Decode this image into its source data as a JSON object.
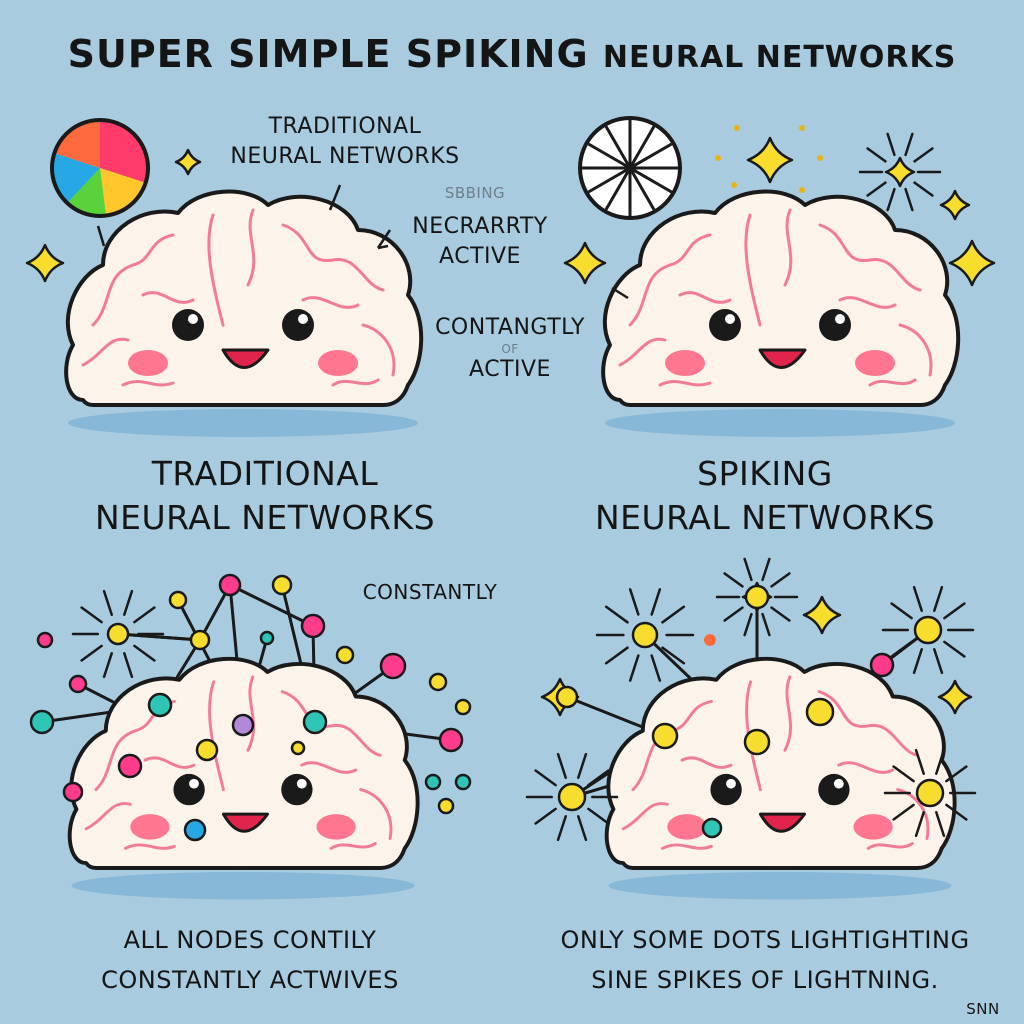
{
  "title": {
    "main": "SUPER SIMPLE SPIKING",
    "sub": "NEURAL NETWORKS"
  },
  "annotations": {
    "top_left": [
      "TRADITIONAL",
      "NEURAL NETWORKS"
    ],
    "faded": "SBBING",
    "mid_active": [
      "NECRARRTY",
      "ACTIVE"
    ],
    "center_active": [
      "CONTANGTLY",
      "OF",
      "ACTIVE"
    ],
    "constantly": "CONSTANTLY"
  },
  "panel_titles": {
    "left": [
      "TRADITIONAL",
      "NEURAL NETWORKS"
    ],
    "right": [
      "SPIKING",
      "NEURAL NETWORKS"
    ]
  },
  "captions": {
    "left": [
      "ALL NODES CONTILY",
      "CONSTANTLY ACTWIVES"
    ],
    "right": [
      "ONLY SOME DOTS LIGHTIGHTING",
      "SINE SPIKES OF LIGHTNING."
    ]
  },
  "signature": "SNN",
  "colors": {
    "background": "#a9cbe0",
    "brain_fill": "#fcf3ea",
    "brain_fold": "#f37b9a",
    "cheek": "#ff5f80",
    "spark": "#f7de2e",
    "outline": "#1a1a1a"
  }
}
